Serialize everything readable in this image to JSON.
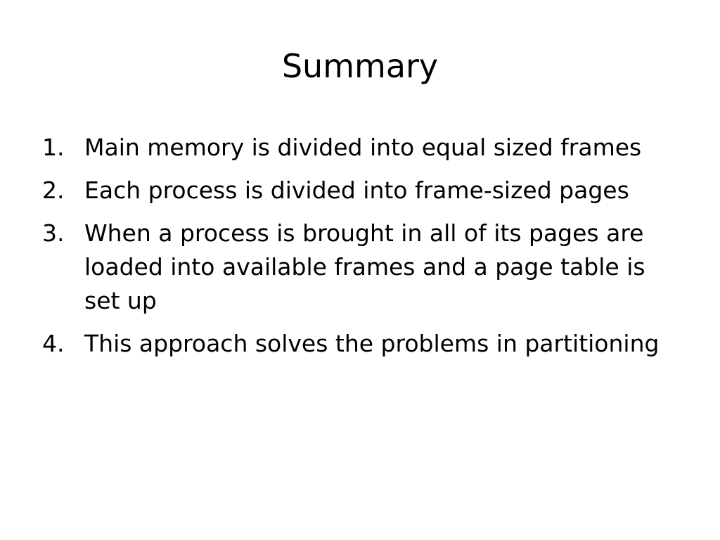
{
  "slide": {
    "title": "Summary",
    "items": [
      {
        "number": "1.",
        "text": "Main memory is divided into equal sized frames"
      },
      {
        "number": "2.",
        "text": "Each process is divided into frame-sized pages"
      },
      {
        "number": "3.",
        "text": "When a process is brought in all of its pages are loaded into available frames and a page table is set up"
      },
      {
        "number": "4.",
        "text": "This approach solves the problems in partitioning"
      }
    ]
  }
}
